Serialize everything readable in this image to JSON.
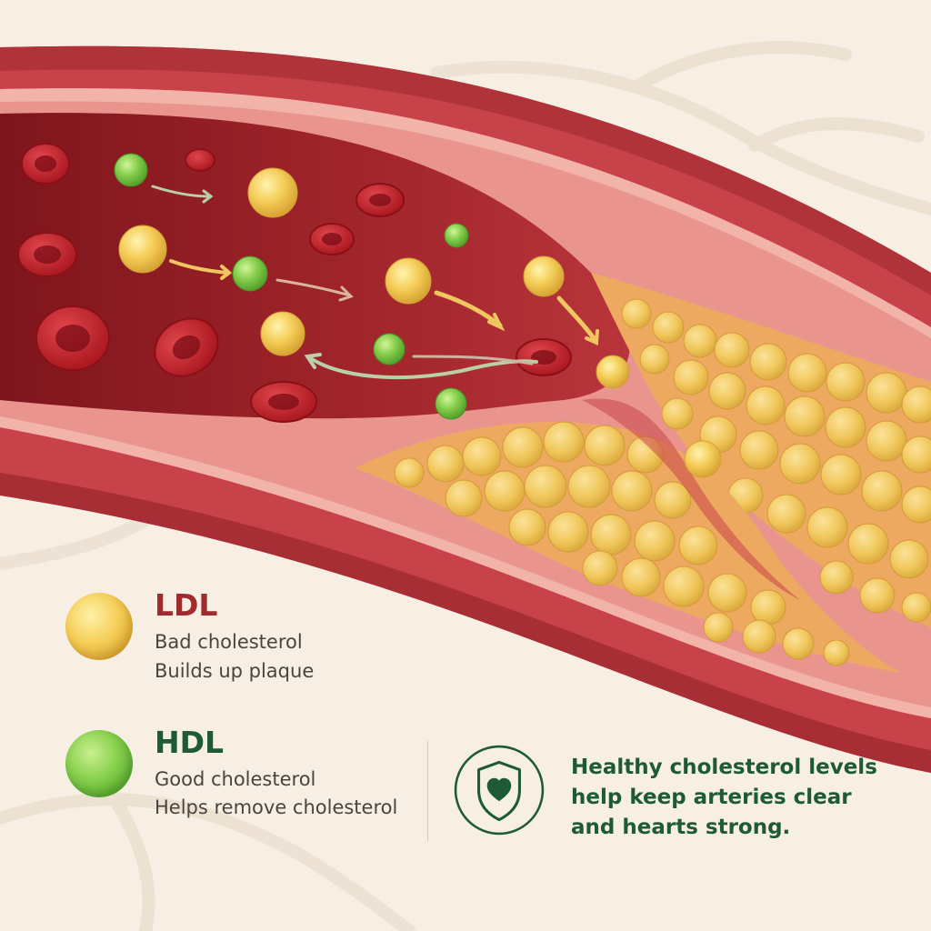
{
  "legend": {
    "ldl": {
      "title": "LDL",
      "line1": "Bad cholesterol",
      "line2": "Builds up plaque",
      "color": "#f2c84b"
    },
    "hdl": {
      "title": "HDL",
      "line1": "Good cholesterol",
      "line2": "Helps remove cholesterol",
      "color": "#7cc444"
    }
  },
  "message": {
    "line1": "Healthy cholesterol levels",
    "line2": "help keep arteries clear",
    "line3": "and hearts strong.",
    "icon": "heart-shield-icon",
    "color": "#1e5a36"
  },
  "colors": {
    "background": "#f7efe3",
    "artery_wall": "#c8424a",
    "artery_inner": "#8e1e24",
    "plaque": "#f2c860"
  }
}
